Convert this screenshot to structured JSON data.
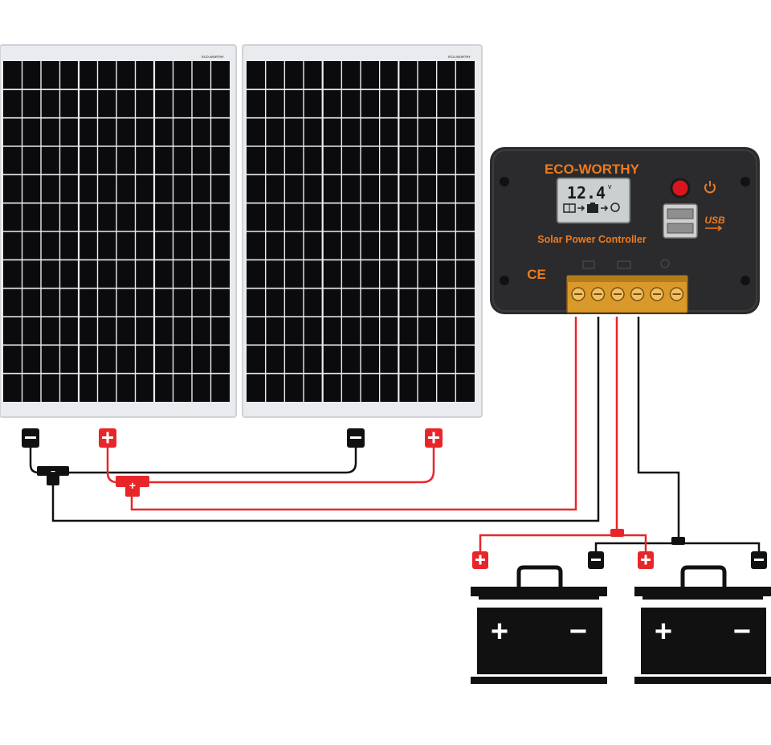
{
  "controller": {
    "brand": "ECO-WORTHY",
    "product": "Solar Power Controller",
    "lcd_reading": "12.4",
    "lcd_unit": "v",
    "usb_label": "USB",
    "ce_mark": "CE",
    "terminal_count": 6
  },
  "panels": [
    {
      "name": "solar-panel-1",
      "brand": "ECO-WORTHY"
    },
    {
      "name": "solar-panel-2",
      "brand": "ECO-WORTHY"
    }
  ],
  "batteries": [
    {
      "plus": "+",
      "minus": "−"
    },
    {
      "plus": "+",
      "minus": "−"
    }
  ],
  "connectors": {
    "plus": "+",
    "minus": "−"
  },
  "colors": {
    "positive_wire": "#e8262a",
    "negative_wire": "#111111",
    "controller_body": "#2b2b2d",
    "brand_orange": "#ee7a1f",
    "panel_cell": "#0b0b0d",
    "panel_frame": "#e9ebee",
    "terminal_gold": "#d99a2b",
    "lcd_bg": "#c9d0cf"
  }
}
